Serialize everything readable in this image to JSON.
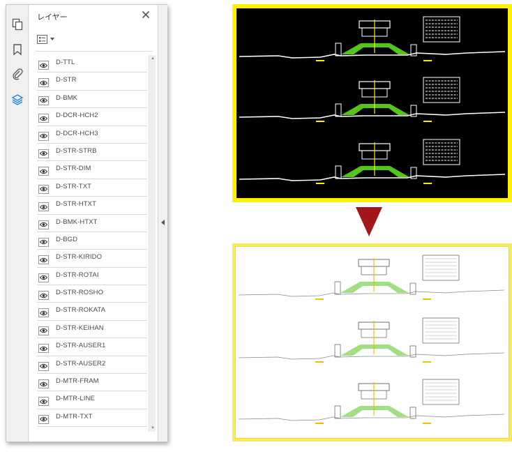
{
  "panel": {
    "title": "レイヤー",
    "rail_icons": [
      "pages-icon",
      "bookmark-icon",
      "attachment-icon",
      "layers-icon"
    ]
  },
  "layers": [
    "D-TTL",
    "D-STR",
    "D-BMK",
    "D-DCR-HCH2",
    "D-DCR-HCH3",
    "D-STR-STRB",
    "D-STR-DIM",
    "D-STR-TXT",
    "D-STR-HTXT",
    "D-BMK-HTXT",
    "D-BGD",
    "D-STR-KIRIDO",
    "D-STR-ROTAI",
    "D-STR-ROSHO",
    "D-STR-ROKATA",
    "D-STR-KEIHAN",
    "D-STR-AUSER1",
    "D-STR-AUSER2",
    "D-MTR-FRAM",
    "D-MTR-LINE",
    "D-MTR-TXT"
  ],
  "colors": {
    "accent": "#2680eb",
    "highlight_frame": "#fff000",
    "arrow": "#a3171b",
    "fill_green": "#55c51c"
  }
}
